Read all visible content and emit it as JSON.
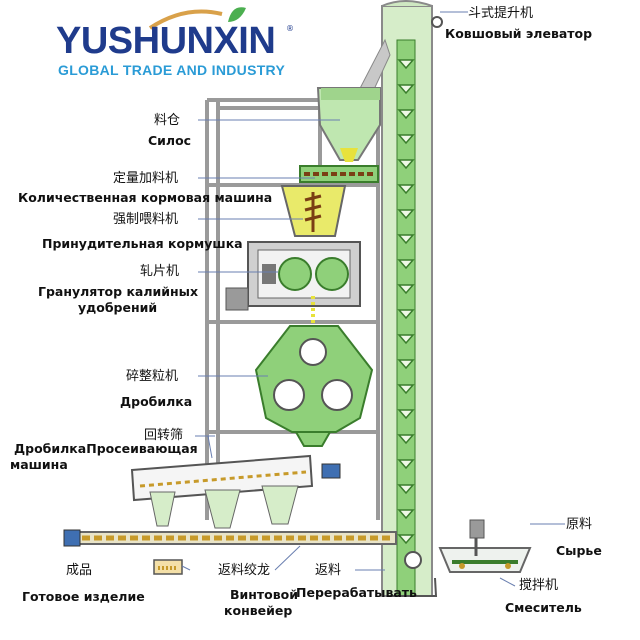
{
  "brand": {
    "name": "YUSHUNXIN",
    "tagline": "GLOBAL TRADE AND INDUSTRY",
    "registered": "®",
    "colors": {
      "primary": "#1f3b8c",
      "secondary": "#2a9bd6",
      "leaf": "#4caf50",
      "arc": "#d9a14a"
    }
  },
  "colors": {
    "machine_green": "#8fd07a",
    "machine_dark": "#3a7d2c",
    "frame_grey": "#9a9a9a",
    "material_yellow": "#e7e23c",
    "conveyor": "#c79a2a"
  },
  "labels": {
    "elevator_cn": "斗式提升机",
    "elevator_ru": "Ковшовый элеватор",
    "silo_cn": "料仓",
    "silo_ru": "Силос",
    "feeder_cn": "定量加料机",
    "feeder_ru": "Количественная кормовая машина",
    "forced_feeder_cn": "强制喂料机",
    "forced_feeder_ru": "Принудительная кормушка",
    "granulator_cn": "轧片机",
    "granulator_ru_1": "Гранулятор калийных",
    "granulator_ru_2": "удобрений",
    "crusher_cn": "碎整粒机",
    "crusher_ru": "Дробилка",
    "screen_cn": "回转筛",
    "screen_ru_1": "ДробилкаПросеивающая",
    "screen_ru_2": "машина",
    "raw_cn": "原料",
    "raw_ru": "Сырье",
    "mixer_cn": "搅拌机",
    "mixer_ru": "Смеситель",
    "product_cn": "成品",
    "product_ru": "Готовое изделие",
    "screw_cn": "返料绞龙",
    "screw_ru_1": "Винтовой",
    "screw_ru_2": "конвейер",
    "return_cn": "返料",
    "return_ru": "Перерабатывать"
  }
}
